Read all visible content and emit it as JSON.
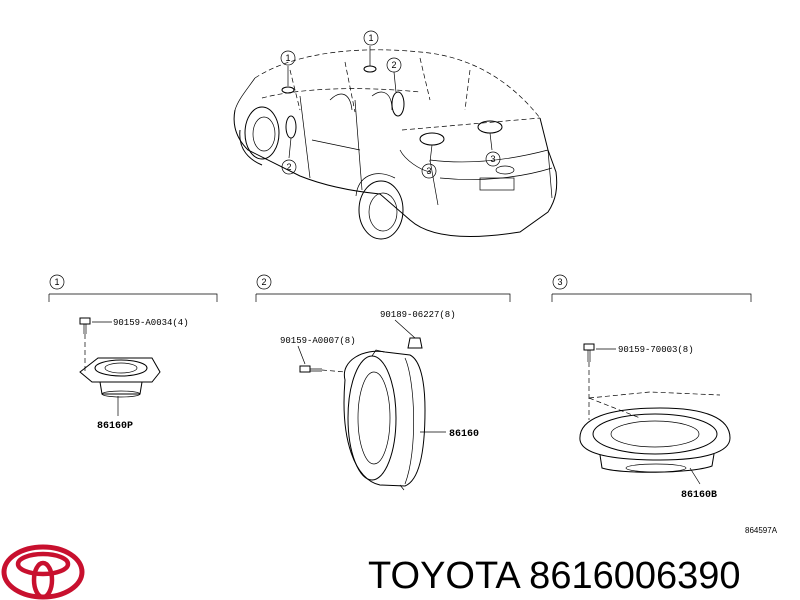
{
  "callouts": {
    "c1": "1",
    "c2": "2",
    "c3": "3"
  },
  "sections": [
    {
      "callout": "1",
      "parts": {
        "screw": "90159-A0034(4)",
        "speaker": "86160P"
      }
    },
    {
      "callout": "2",
      "parts": {
        "screw_a": "90159-A0007(8)",
        "screw_b": "90189-06227(8)",
        "speaker": "86160"
      }
    },
    {
      "callout": "3",
      "parts": {
        "screw": "90159-70003(8)",
        "speaker": "86160B"
      }
    }
  ],
  "diagram_ref": "864597A",
  "footer": {
    "brand": "TOYOTA",
    "part_number": "8616006390",
    "caption": "TOYOTA 8616006390"
  },
  "colors": {
    "logo": "#c8102e",
    "ink": "#000000"
  },
  "icons": {
    "logo": "toyota-logo-icon"
  }
}
